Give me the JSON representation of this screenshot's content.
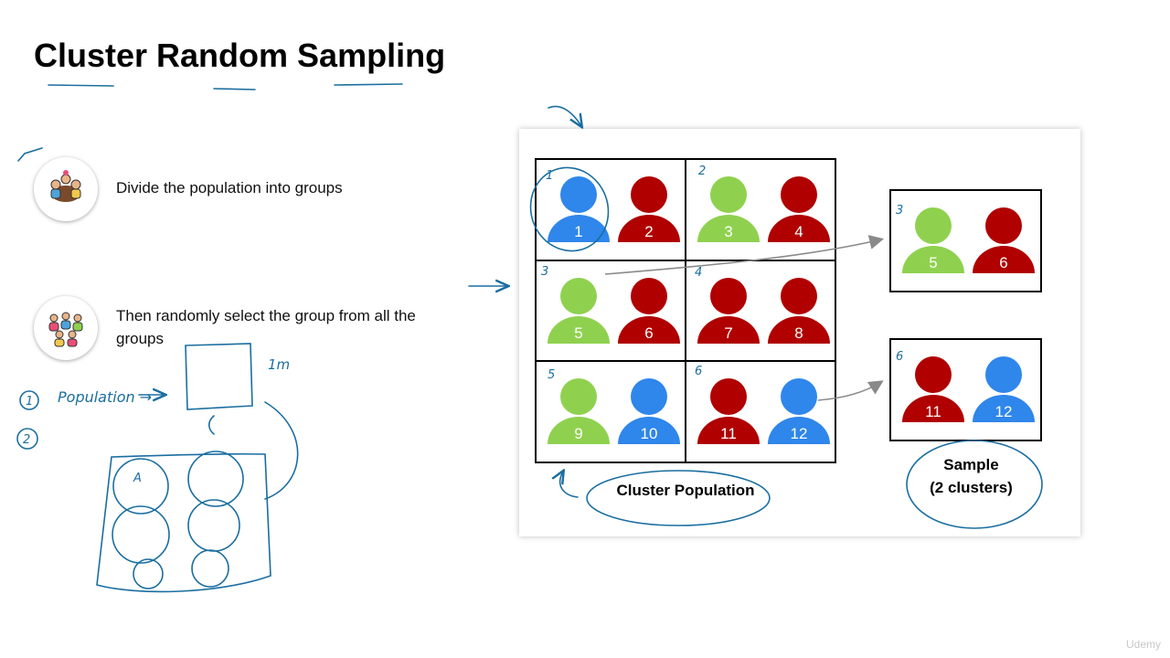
{
  "title": "Cluster Random Sampling",
  "bullets": [
    {
      "text": "Divide the population into groups",
      "icon": "group-meeting-icon"
    },
    {
      "text": "Then randomly select the group from all the groups",
      "icon": "people-crowd-icon"
    }
  ],
  "diagram": {
    "population_caption": "Cluster Population",
    "sample_caption_line1": "Sample",
    "sample_caption_line2": "(2 clusters)",
    "colors": {
      "blue": "#2f86eb",
      "red": "#b00000",
      "green": "#8fd14f",
      "ink": "#1a6ea0"
    },
    "clusters": [
      {
        "people": [
          {
            "n": "1",
            "color": "blue"
          },
          {
            "n": "2",
            "color": "red"
          }
        ]
      },
      {
        "people": [
          {
            "n": "3",
            "color": "green"
          },
          {
            "n": "4",
            "color": "red"
          }
        ]
      },
      {
        "people": [
          {
            "n": "5",
            "color": "green"
          },
          {
            "n": "6",
            "color": "red"
          }
        ]
      },
      {
        "people": [
          {
            "n": "7",
            "color": "red"
          },
          {
            "n": "8",
            "color": "red"
          }
        ]
      },
      {
        "people": [
          {
            "n": "9",
            "color": "green"
          },
          {
            "n": "10",
            "color": "blue"
          }
        ]
      },
      {
        "people": [
          {
            "n": "11",
            "color": "red"
          },
          {
            "n": "12",
            "color": "blue"
          }
        ]
      }
    ],
    "sampled": [
      {
        "people": [
          {
            "n": "5",
            "color": "green"
          },
          {
            "n": "6",
            "color": "red"
          }
        ]
      },
      {
        "people": [
          {
            "n": "11",
            "color": "red"
          },
          {
            "n": "12",
            "color": "blue"
          }
        ]
      }
    ]
  },
  "annotations": {
    "cluster_numbers": [
      "1",
      "2",
      "3",
      "4",
      "5",
      "6"
    ],
    "population_note": "Population →",
    "mark_one": "1",
    "mark_two": "2",
    "size_note": "1m",
    "group_letter": "A"
  },
  "watermark": "Udemy"
}
